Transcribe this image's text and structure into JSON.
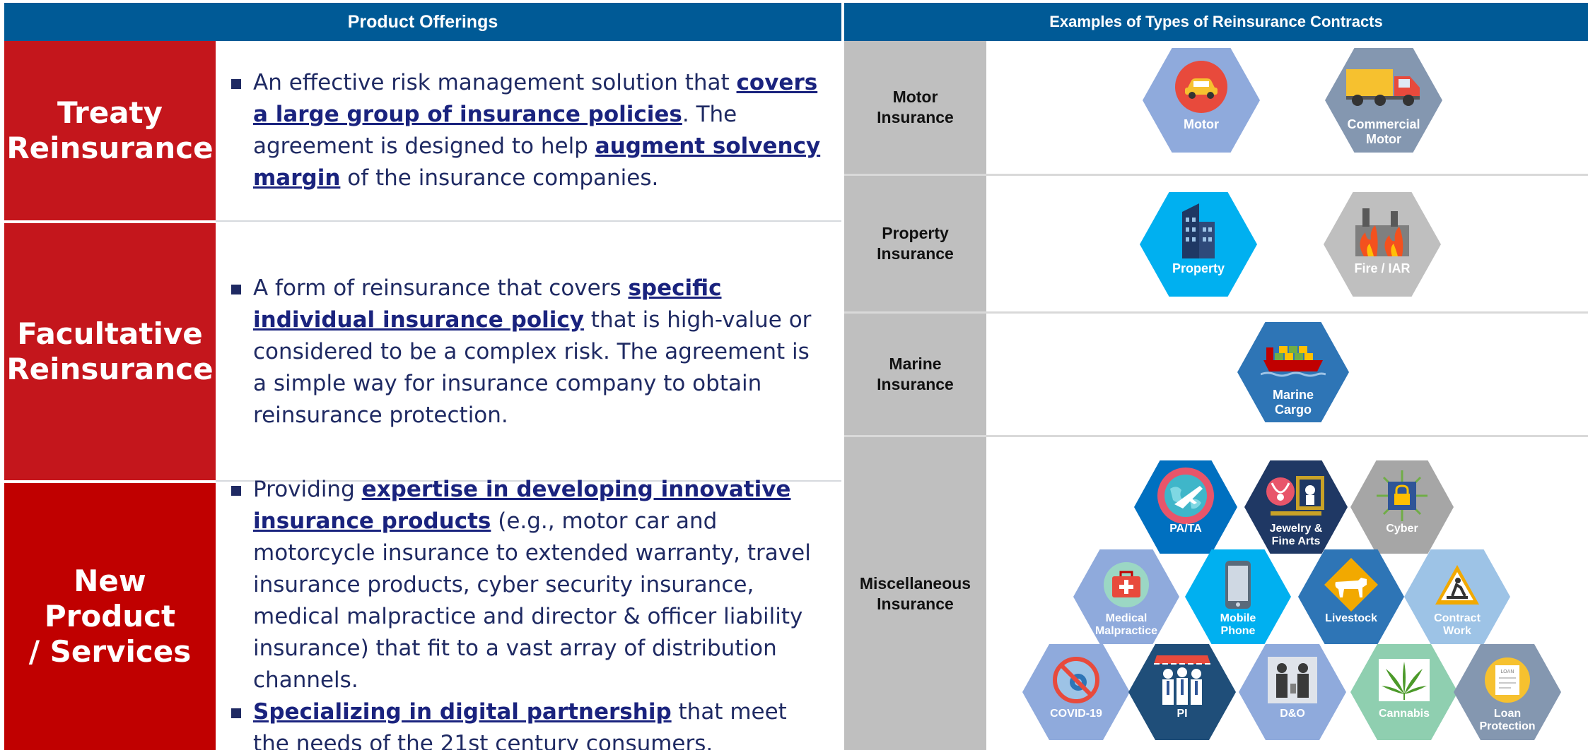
{
  "left_header": "Product Offerings",
  "right_header": "Examples of Types of Reinsurance Contracts",
  "rows": [
    {
      "label": "Treaty\nReinsurance",
      "bullets": [
        [
          {
            "t": "An effective risk management solution that ",
            "b": false
          },
          {
            "t": "covers a large group of insurance policies",
            "b": true
          },
          {
            "t": ". The agreement is designed to help ",
            "b": false
          },
          {
            "t": "augment solvency margin",
            "b": true
          },
          {
            "t": " of the insurance companies.",
            "b": false
          }
        ]
      ]
    },
    {
      "label": "Facultative\nReinsurance",
      "bullets": [
        [
          {
            "t": "A form of reinsurance that covers ",
            "b": false
          },
          {
            "t": "specific individual insurance policy",
            "b": true
          },
          {
            "t": " that is high-value or considered to be a complex risk. The agreement is a simple way for insurance company to obtain reinsurance protection.",
            "b": false
          }
        ]
      ]
    },
    {
      "label": "New Product\n/ Services",
      "bullets": [
        [
          {
            "t": "Providing ",
            "b": false
          },
          {
            "t": "expertise in developing innovative insurance products",
            "b": true
          },
          {
            "t": " (e.g., motor car and motorcycle insurance to extended warranty, travel insurance products, cyber security insurance, medical malpractice and director & officer liability insurance) that fit to a vast array of distribution channels.",
            "b": false
          }
        ],
        [
          {
            "t": "Specializing in digital partnership",
            "b": true
          },
          {
            "t": " that meet the needs of the 21st century consumers.",
            "b": false
          }
        ]
      ]
    }
  ],
  "categories": [
    {
      "label": "Motor\nInsurance",
      "items": [
        {
          "label": "Motor",
          "icon": "car-icon",
          "color": "#8faadc"
        },
        {
          "label": "Commercial\nMotor",
          "icon": "truck-icon",
          "color": "#8497b0"
        }
      ]
    },
    {
      "label": "Property\nInsurance",
      "items": [
        {
          "label": "Property",
          "icon": "building-icon",
          "color": "#00b0f0"
        },
        {
          "label": "Fire / IAR",
          "icon": "fire-factory-icon",
          "color": "#bfbfbf"
        }
      ]
    },
    {
      "label": "Marine\nInsurance",
      "items": [
        {
          "label": "Marine\nCargo",
          "icon": "cargo-ship-icon",
          "color": "#2e75b6"
        }
      ]
    },
    {
      "label": "Miscellaneous\nInsurance",
      "items": [
        {
          "label": "PA/TA",
          "icon": "globe-plane-icon",
          "color": "#0070c0"
        },
        {
          "label": "Jewelry &\nFine Arts",
          "icon": "jewelry-art-icon",
          "color": "#1f3864"
        },
        {
          "label": "Cyber",
          "icon": "cyber-lock-icon",
          "color": "#a6a6a6"
        },
        {
          "label": "Medical\nMalpractice",
          "icon": "medical-kit-icon",
          "color": "#8faadc"
        },
        {
          "label": "Mobile\nPhone",
          "icon": "mobile-phone-icon",
          "color": "#00b0f0"
        },
        {
          "label": "Livestock",
          "icon": "cow-icon",
          "color": "#2e75b6"
        },
        {
          "label": "Contract\nWork",
          "icon": "construction-sign-icon",
          "color": "#9dc3e6"
        },
        {
          "label": "COVID-19",
          "icon": "no-virus-icon",
          "color": "#8faadc"
        },
        {
          "label": "PI",
          "icon": "professionals-icon",
          "color": "#1f4e79"
        },
        {
          "label": "D&O",
          "icon": "directors-icon",
          "color": "#8faadc"
        },
        {
          "label": "Cannabis",
          "icon": "cannabis-leaf-icon",
          "color": "#8fcfb0"
        },
        {
          "label": "Loan\nProtection",
          "icon": "loan-document-icon",
          "color": "#8497b0"
        }
      ]
    }
  ],
  "colors": {
    "header": "#005a96",
    "row_label_red": "#c00000",
    "text_navy": "#1f2a63",
    "category_gray": "#bfbfbf"
  }
}
